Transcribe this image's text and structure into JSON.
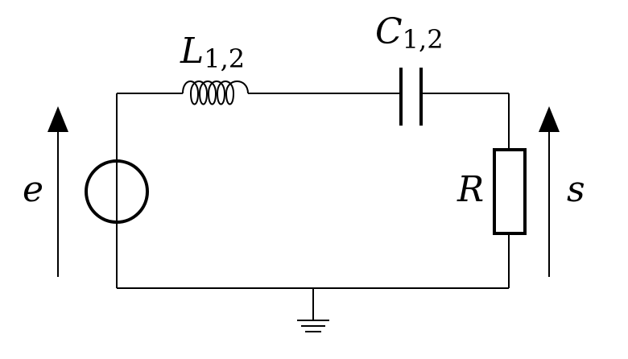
{
  "labels": {
    "inductor": {
      "main": "L",
      "sub": "1,2"
    },
    "capacitor": {
      "main": "C",
      "sub": "1,2"
    },
    "resistor": "R",
    "source_voltage": "e",
    "output_voltage": "s"
  }
}
